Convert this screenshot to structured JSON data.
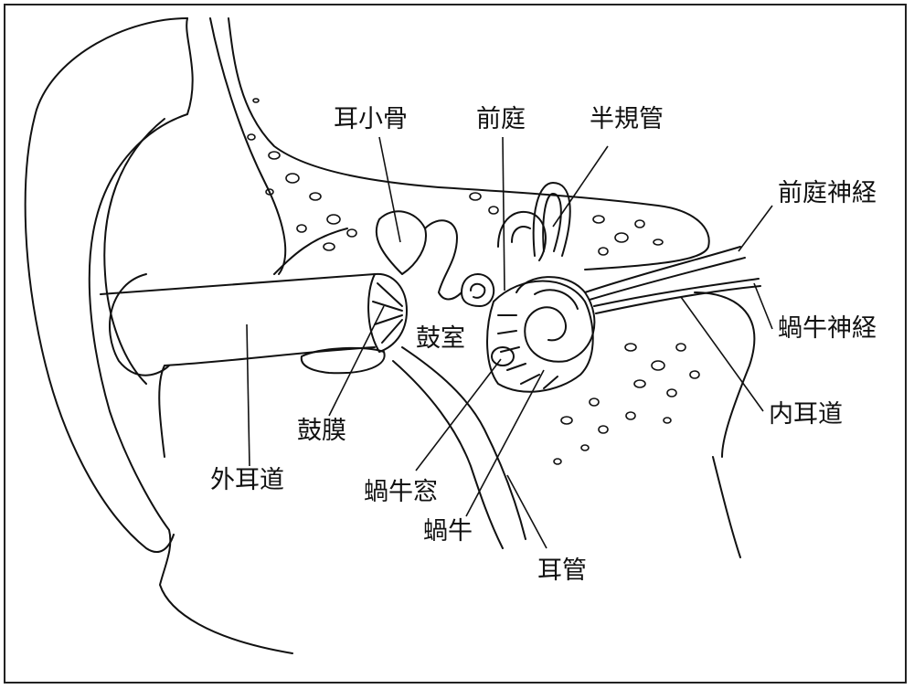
{
  "labels": {
    "ossicles": "耳小骨",
    "vestibule": "前庭",
    "semicircular_canals": "半規管",
    "vestibular_nerve": "前庭神経",
    "cochlear_nerve": "蝸牛神経",
    "tympanic_cavity": "鼓室",
    "internal_auditory_canal": "内耳道",
    "eardrum": "鼓膜",
    "external_auditory_canal": "外耳道",
    "round_window": "蝸牛窓",
    "cochlea": "蝸牛",
    "eustachian_tube": "耳管"
  },
  "colors": {
    "line": "#111111",
    "background": "#ffffff"
  }
}
